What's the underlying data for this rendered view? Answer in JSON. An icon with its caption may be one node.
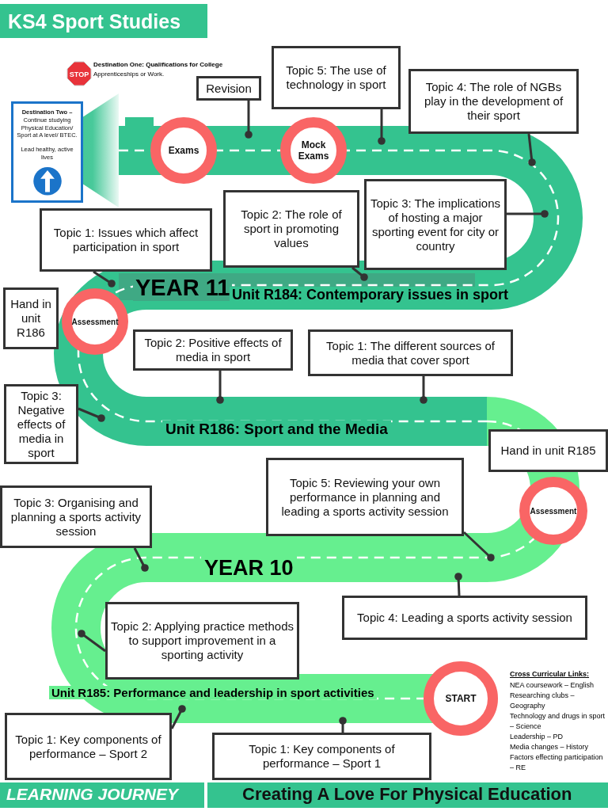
{
  "diagram": {
    "title": "KS4 Sport Studies",
    "nodes": [
      {
        "text": [
          "**Destination Two –** Continue studying Physical Education/ Sport at A level/ BTEC.",
          "Lead healthy, active lives"
        ]
      },
      {
        "text": [
          "Revision"
        ]
      },
      {
        "text": [
          "Exams"
        ]
      },
      {
        "text": [
          "Mock Exams"
        ]
      },
      {
        "text": [
          "Topic 5: The use of technology in sport"
        ]
      },
      {
        "text": [
          "Topic 4: The role of NGBs play in the development of their sport"
        ]
      },
      {
        "text": [
          "Topic 1: Issues which affect participation in sport"
        ]
      },
      {
        "text": [
          "Topic 2: The role of sport in promoting values"
        ]
      },
      {
        "text": [
          "Topic 3: The implications of hosting a major sporting event for city or country"
        ]
      },
      {
        "text": [
          "Hand in unit R186"
        ]
      },
      {
        "text": [
          "Assessment"
        ]
      },
      {
        "text": [
          "Topic 2: Positive effects of media in sport"
        ]
      },
      {
        "text": [
          "Topic 1: The different sources of media that cover sport"
        ]
      },
      {
        "text": [
          "Topic 3: Negative effects of media in sport"
        ]
      },
      {
        "text": [
          "Hand in unit R185"
        ]
      },
      {
        "text": [
          "Topic 5: Reviewing your own performance in planning and leading a sports activity session"
        ]
      },
      {
        "text": [
          "Assessment"
        ]
      },
      {
        "text": [
          "Topic 3: Organising and planning a sports activity session"
        ]
      },
      {
        "text": [
          "Topic 4: Leading a sports activity session"
        ]
      },
      {
        "text": [
          "Topic 2: Applying practice methods to support improvement in a sporting activity"
        ]
      },
      {
        "text": [
          "START"
        ]
      },
      {
        "text": [
          "Topic 1: Key components of performance – Sport 2"
        ]
      },
      {
        "text": [
          "Topic 1: Key components of performance – Sport 1"
        ]
      }
    ],
    "edges": [
      {
        "from": 1,
        "to": null,
        "arrow": "other"
      },
      {
        "from": 4,
        "to": null,
        "arrow": "other"
      },
      {
        "from": 5,
        "to": null,
        "arrow": "other"
      },
      {
        "from": 6,
        "to": null,
        "arrow": "other"
      },
      {
        "from": 7,
        "to": null,
        "arrow": "other"
      },
      {
        "from": 8,
        "to": null,
        "arrow": "other"
      },
      {
        "from": 11,
        "to": null,
        "arrow": "other"
      },
      {
        "from": 12,
        "to": null,
        "arrow": "other"
      },
      {
        "from": 13,
        "to": null,
        "arrow": "other"
      },
      {
        "from": 15,
        "to": null,
        "arrow": "other"
      },
      {
        "from": 17,
        "to": null,
        "arrow": "other"
      },
      {
        "from": 18,
        "to": null,
        "arrow": "other"
      },
      {
        "from": 19,
        "to": null,
        "arrow": "other"
      },
      {
        "from": 21,
        "to": null,
        "arrow": "other"
      },
      {
        "from": 22,
        "to": null,
        "arrow": "other"
      }
    ],
    "labels": [
      "STOP",
      "**Destination One: Qualifications for College** Apprenticeships or Work.",
      "YEAR 11",
      "Unit R184: Contemporary issues in sport",
      "Unit R186: Sport and the Media",
      "YEAR 10",
      "Unit R185: Performance and leadership in sport activities",
      "Cross Curricular Links:",
      "NEA coursework – English",
      "Researching clubs – Geography",
      "Technology and drugs in sport – Science",
      "Leadership – PD",
      "Media changes – History",
      "Factors effecting participation – RE",
      "LEARNING JOURNEY",
      "Creating A Love For Physical Education"
    ]
  }
}
